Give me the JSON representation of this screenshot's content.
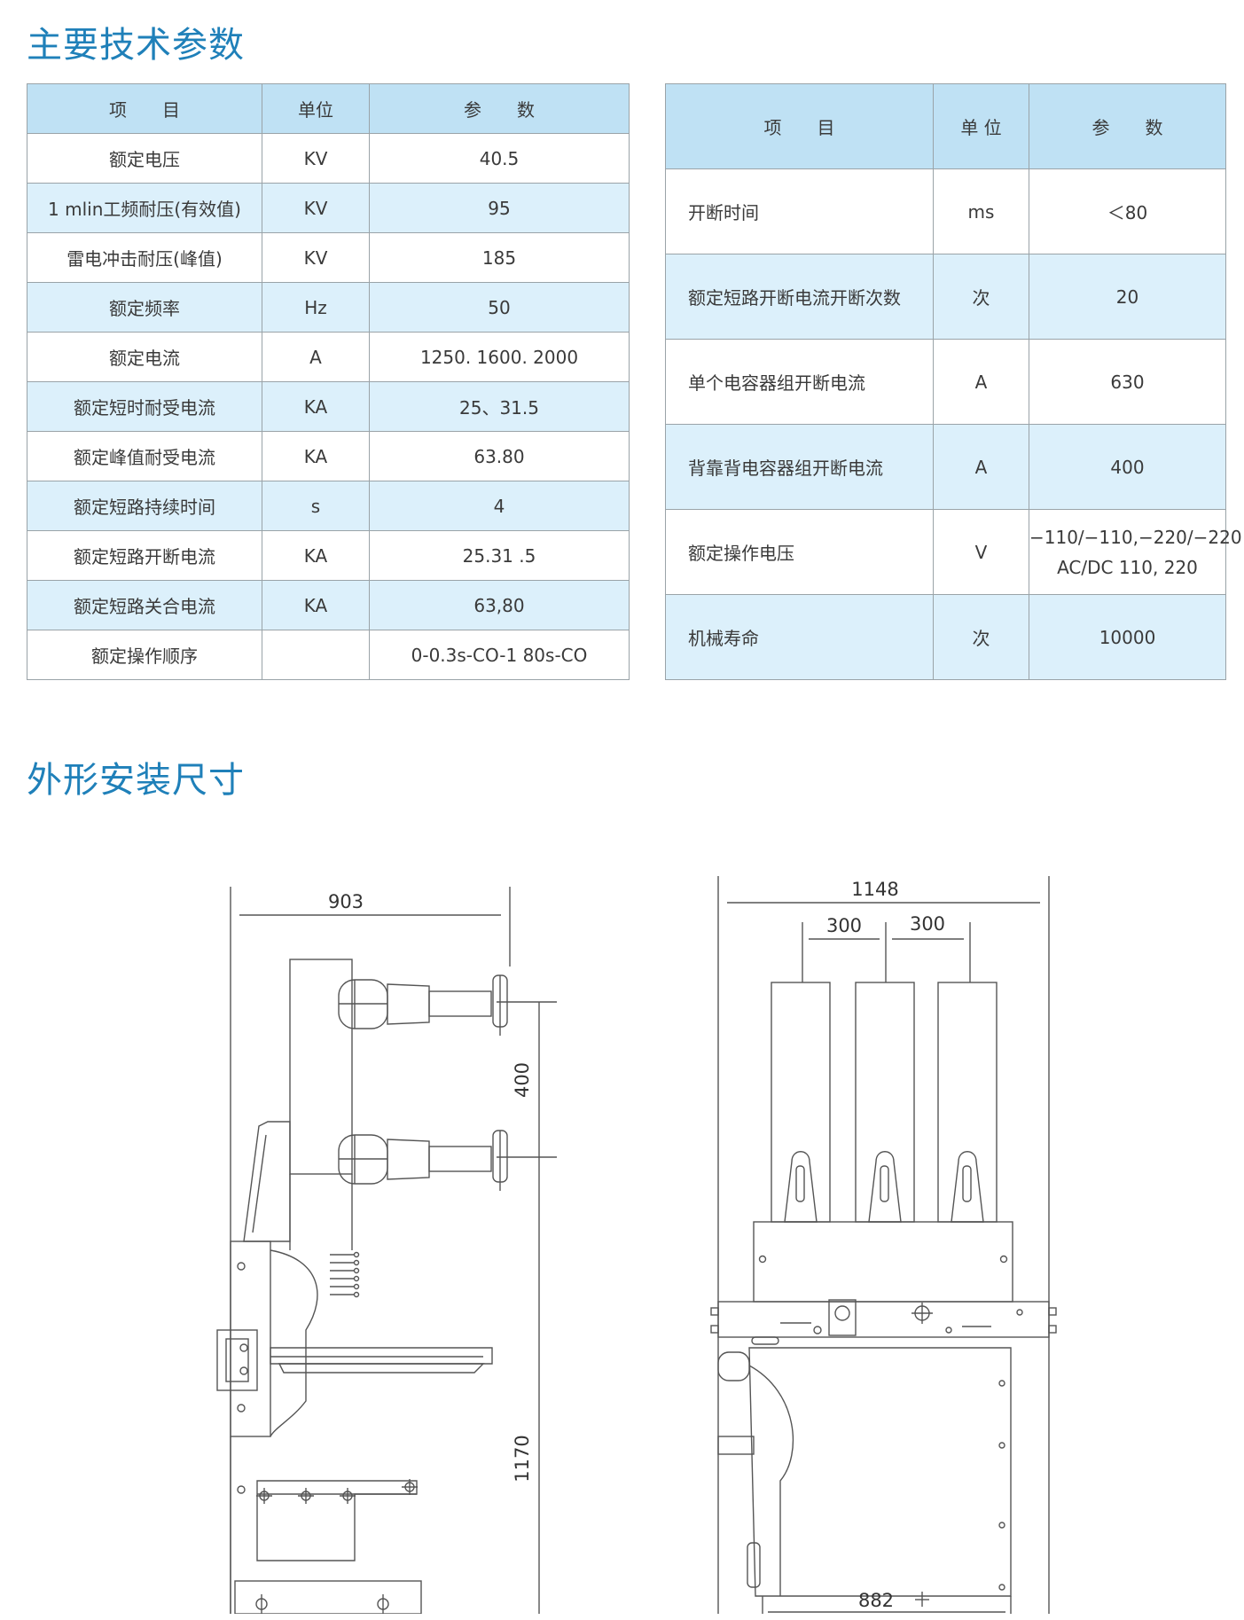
{
  "section1_title": "主要技术参数",
  "section2_title": "外形安装尺寸",
  "table_left": {
    "headers": [
      "项　　目",
      "单位",
      "参　　数"
    ],
    "rows": [
      [
        "额定电压",
        "KV",
        "40.5"
      ],
      [
        "1 mlin工频耐压(有效值)",
        "KV",
        "95"
      ],
      [
        "雷电冲击耐压(峰值)",
        "KV",
        "185"
      ],
      [
        "额定频率",
        "Hz",
        "50"
      ],
      [
        "额定电流",
        "A",
        "1250. 1600. 2000"
      ],
      [
        "额定短时耐受电流",
        "KA",
        "25、31.5"
      ],
      [
        "额定峰值耐受电流",
        "KA",
        "63.80"
      ],
      [
        "额定短路持续时间",
        "s",
        "4"
      ],
      [
        "额定短路开断电流",
        "KA",
        "25.31 .5"
      ],
      [
        "额定短路关合电流",
        "KA",
        "63,80"
      ],
      [
        "额定操作顺序",
        "",
        "0-0.3s-CO-1 80s-CO"
      ]
    ]
  },
  "table_right": {
    "headers": [
      "项　　目",
      "单 位",
      "参　　数"
    ],
    "rows": [
      [
        "开断时间",
        "ms",
        "＜80"
      ],
      [
        "额定短路开断电流开断次数",
        "次",
        "20"
      ],
      [
        "单个电容器组开断电流",
        "A",
        "630"
      ],
      [
        "背靠背电容器组开断电流",
        "A",
        "400"
      ],
      [
        "额定操作电压",
        "V",
        "−110/−110,−220/−220",
        "AC/DC 110, 220"
      ],
      [
        "机械寿命",
        "次",
        "10000"
      ]
    ]
  },
  "dimensions": {
    "side_width": "903",
    "side_upper": "400",
    "side_lower": "1170",
    "front_width": "1148",
    "pole_spacing_1": "300",
    "pole_spacing_2": "300",
    "front_base": "882"
  },
  "colors": {
    "title": "#1f80b9",
    "header_bg": "#bfe1f4",
    "alt_row_bg": "#dcf0fb",
    "line": "#9aa3a8"
  }
}
